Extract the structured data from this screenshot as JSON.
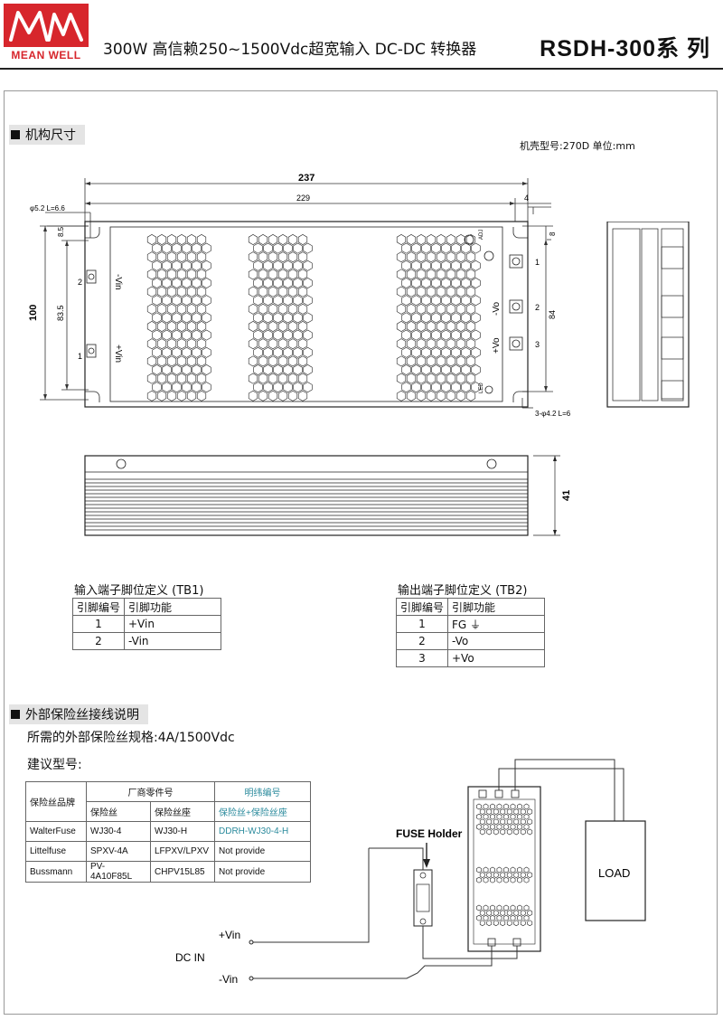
{
  "header": {
    "logo_text": "MEAN WELL",
    "title": "300W 高信赖250~1500Vdc超宽输入 DC-DC 转换器",
    "series": "RSDH-300系 列"
  },
  "mech": {
    "section_title": "机构尺寸",
    "case_info": "机壳型号:270D    单位:mm",
    "dims": {
      "overall_w": "237",
      "inner_w": "229",
      "offset": "4",
      "hole_left": "φ5.2 L=6.6",
      "h_overall": "100",
      "h_left": "83.5",
      "h_top": "8.5",
      "h_right": "84",
      "h_right_top": "8",
      "hole_right": "3-φ4.2 L=6",
      "depth": "41"
    },
    "terminal_labels": {
      "left_pin2": "2",
      "left_pin1": "1",
      "vin_minus": "-Vin",
      "vin_plus": "+Vin",
      "right_pin1": "1",
      "right_pin2": "2",
      "right_pin3": "3",
      "vo_minus": "-Vo",
      "vo_plus": "+Vo",
      "adj": "ADJ",
      "led": "LED"
    }
  },
  "tb1": {
    "title": "输入端子脚位定义 (TB1)",
    "headers": [
      "引脚编号",
      "引脚功能"
    ],
    "rows": [
      [
        "1",
        "+Vin"
      ],
      [
        "2",
        "-Vin"
      ]
    ]
  },
  "tb2": {
    "title": "输出端子脚位定义 (TB2)",
    "headers": [
      "引脚编号",
      "引脚功能"
    ],
    "rows": [
      [
        "1",
        "FG ⏚"
      ],
      [
        "2",
        "-Vo"
      ],
      [
        "3",
        "+Vo"
      ]
    ]
  },
  "fuse": {
    "section_title": "外部保险丝接线说明",
    "spec": "所需的外部保险丝规格:4A/1500Vdc",
    "suggest": "建议型号:",
    "brand_header": "保险丝品牌",
    "maker_header": "厂商零件号",
    "mw_header": "明纬编号",
    "sub_fuse": "保险丝",
    "sub_holder": "保险丝座",
    "sub_mw": "保险丝+保险丝座",
    "rows": [
      [
        "WalterFuse",
        "WJ30-4",
        "WJ30-H",
        "DDRH-WJ30-4-H"
      ],
      [
        "Littelfuse",
        "SPXV-4A",
        "LFPXV/LPXV",
        "Not provide"
      ],
      [
        "Bussmann",
        "PV-4A10F85L",
        "CHPV15L85",
        "Not provide"
      ]
    ]
  },
  "wiring": {
    "fuse_holder": "FUSE Holder",
    "load": "LOAD",
    "vin_plus": "+Vin",
    "vin_minus": "-Vin",
    "dc_in": "DC  IN"
  }
}
